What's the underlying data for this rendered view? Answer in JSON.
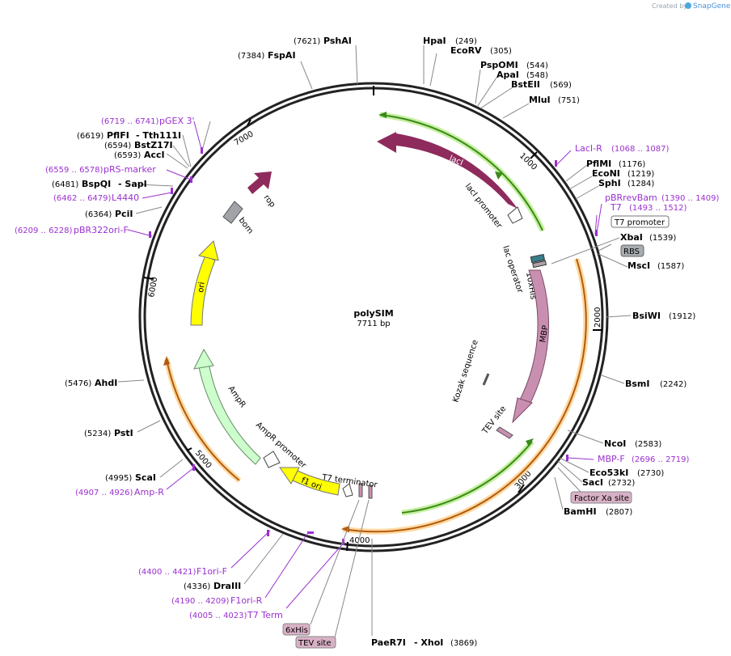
{
  "header": {
    "created_by": "Created by",
    "brand": "SnapGene"
  },
  "plasmid": {
    "name": "polySIM",
    "size": "7711 bp",
    "length": 7711
  },
  "ticks": [
    "1000",
    "2000",
    "3000",
    "4000",
    "5000",
    "6000",
    "7000"
  ],
  "sites": [
    {
      "name": "HpaI",
      "pos": "(249)"
    },
    {
      "name": "EcoRV",
      "pos": "(305)"
    },
    {
      "name": "PspOMI",
      "pos": "(544)"
    },
    {
      "name": "ApaI",
      "pos": "(548)"
    },
    {
      "name": "BstEII",
      "pos": "(569)"
    },
    {
      "name": "MluI",
      "pos": "(751)"
    },
    {
      "name": "PflMI",
      "pos": "(1176)"
    },
    {
      "name": "EcoNI",
      "pos": "(1219)"
    },
    {
      "name": "SphI",
      "pos": "(1284)"
    },
    {
      "name": "XbaI",
      "pos": "(1539)"
    },
    {
      "name": "MscI",
      "pos": "(1587)"
    },
    {
      "name": "BsiWI",
      "pos": "(1912)"
    },
    {
      "name": "BsmI",
      "pos": "(2242)"
    },
    {
      "name": "NcoI",
      "pos": "(2583)"
    },
    {
      "name": "Eco53kI",
      "pos": "(2730)"
    },
    {
      "name": "SacI",
      "pos": "(2732)"
    },
    {
      "name": "BamHI",
      "pos": "(2807)"
    },
    {
      "name": "PaeR7I",
      "pos": "- XhoI"
    },
    {
      "name": "DraIII",
      "pos": "(4336)"
    },
    {
      "name": "ScaI",
      "pos": "(4995)"
    },
    {
      "name": "PstI",
      "pos": "(5234)"
    },
    {
      "name": "AhdI",
      "pos": "(5476)"
    },
    {
      "name": "PciI",
      "pos": "(6364)"
    },
    {
      "name": "BspQI",
      "pos": "(6481)"
    },
    {
      "name": "AccI",
      "pos": "(6593)"
    },
    {
      "name": "BstZ17I",
      "pos": "(6594)"
    },
    {
      "name": "PflFI",
      "pos": "(6619)"
    },
    {
      "name": "FspAI",
      "pos": "(7384)"
    },
    {
      "name": "PshAI",
      "pos": "(7621)"
    }
  ],
  "extra_text": {
    "sapi": "- SapI",
    "tth": "- Tth111I",
    "xhoi_pos": "(3869)"
  },
  "primers": [
    {
      "name": "LacI-R",
      "pos": "(1068 .. 1087)"
    },
    {
      "name": "pBRrevBam",
      "pos": "(1390 .. 1409)"
    },
    {
      "name": "T7",
      "pos": "(1493 .. 1512)"
    },
    {
      "name": "MBP-F",
      "pos": "(2696 .. 2719)"
    },
    {
      "name": "T7 Term",
      "pos": "(4005 .. 4023)"
    },
    {
      "name": "F1ori-R",
      "pos": "(4190 .. 4209)"
    },
    {
      "name": "F1ori-F",
      "pos": "(4400 .. 4421)"
    },
    {
      "name": "Amp-R",
      "pos": "(4907 .. 4926)"
    },
    {
      "name": "pBR322ori-F",
      "pos": "(6209 .. 6228)"
    },
    {
      "name": "L4440",
      "pos": "(6462 .. 6479)"
    },
    {
      "name": "pRS-marker",
      "pos": "(6559 .. 6578)"
    },
    {
      "name": "pGEX 3'",
      "pos": "(6719 .. 6741)"
    }
  ],
  "boxed": [
    {
      "name": "T7 promoter"
    },
    {
      "name": "RBS"
    },
    {
      "name": "Factor Xa site"
    },
    {
      "name": "6xHis"
    },
    {
      "name": "TEV site"
    }
  ],
  "features": [
    {
      "name": "lacI",
      "color": "#8e2b5c"
    },
    {
      "name": "lacI promoter",
      "color": "#ffffff"
    },
    {
      "name": "lac operator",
      "color": "#ffffff"
    },
    {
      "name": "10xHis",
      "color": "#b0a0a8"
    },
    {
      "name": "MBP",
      "color": "#c98fb0"
    },
    {
      "name": "Kozak sequence",
      "color": "#666666"
    },
    {
      "name": "TEV site",
      "color": "#c98fb0"
    },
    {
      "name": "T7 terminator",
      "color": "#ffffff"
    },
    {
      "name": "f1 ori",
      "color": "#ffff00"
    },
    {
      "name": "AmpR promoter",
      "color": "#ffffff"
    },
    {
      "name": "AmpR",
      "color": "#ccffcc"
    },
    {
      "name": "ori",
      "color": "#ffff00"
    },
    {
      "name": "bom",
      "color": "#a0a4a8"
    },
    {
      "name": "rop",
      "color": "#8e2b5c"
    }
  ]
}
